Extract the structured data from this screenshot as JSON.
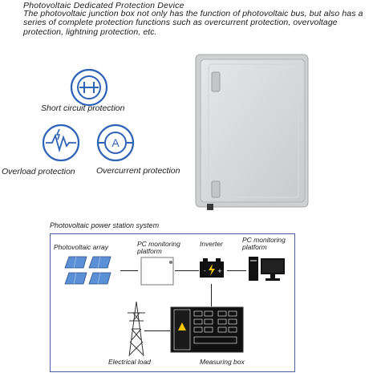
{
  "header": {
    "title": "Photovoltaic Dedicated Protection Device",
    "description": "The photovoltaic junction box not only has the function of photovoltaic bus, but also has a series of complete protection functions such as overcurrent protection, overvoltage protection, lightning protection, etc."
  },
  "features": [
    {
      "label": "Short circuit protection",
      "icon": "short-circuit-icon"
    },
    {
      "label": "Overload protection",
      "icon": "overload-wave-icon"
    },
    {
      "label": "Overcurrent protection",
      "icon": "ammeter-icon"
    }
  ],
  "colors": {
    "accent": "#2e63b8",
    "frame": "#4a5fa0",
    "enclosure": "#d9dadb"
  },
  "diagram": {
    "title": "Photovoltaic power station system",
    "pv_array": "Photovoltaic array",
    "pc_platform_1": "PC monitoring platform",
    "inverter": "Inverter",
    "pc_platform_2": "PC monitoring platform",
    "electrical_load": "Electrical load",
    "measuring_box": "Measuring box"
  }
}
